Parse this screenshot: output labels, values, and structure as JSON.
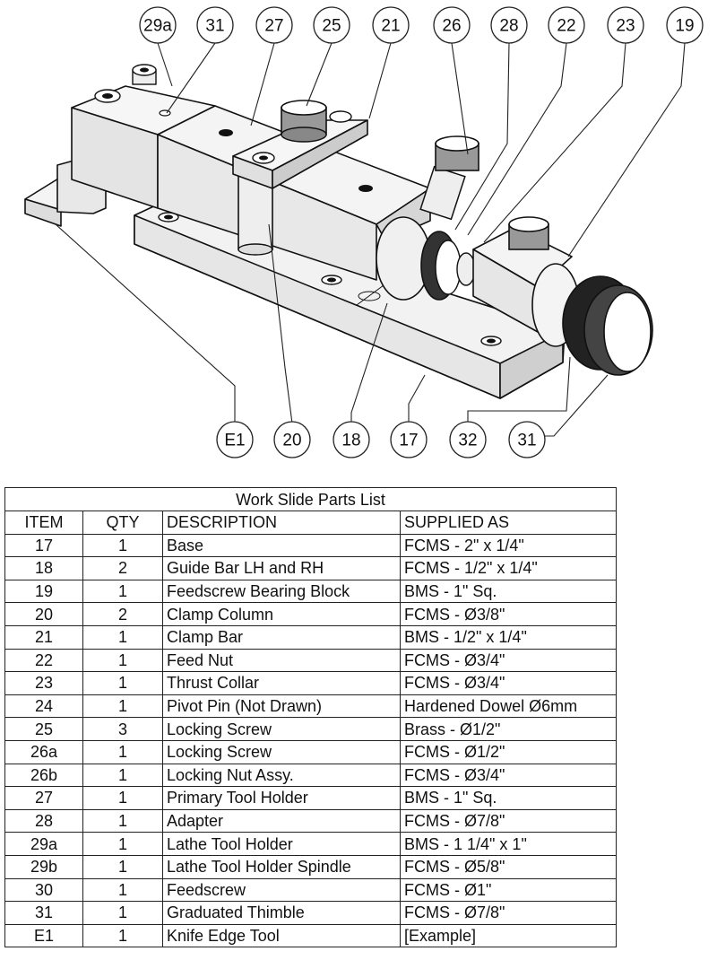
{
  "drawing": {
    "callouts_top": [
      "29a",
      "31",
      "27",
      "25",
      "21",
      "26",
      "28",
      "22",
      "23",
      "19"
    ],
    "callouts_bottom": [
      "E1",
      "20",
      "18",
      "17",
      "32",
      "31"
    ]
  },
  "parts_list": {
    "title": "Work Slide Parts List",
    "headers": [
      "ITEM",
      "QTY",
      "DESCRIPTION",
      "SUPPLIED AS"
    ],
    "rows": [
      {
        "item": "17",
        "qty": "1",
        "description": "Base",
        "supplied": "FCMS - 2\" x 1/4\""
      },
      {
        "item": "18",
        "qty": "2",
        "description": "Guide Bar LH and RH",
        "supplied": "FCMS - 1/2\" x 1/4\""
      },
      {
        "item": "19",
        "qty": "1",
        "description": "Feedscrew Bearing Block",
        "supplied": "BMS - 1\" Sq."
      },
      {
        "item": "20",
        "qty": "2",
        "description": "Clamp Column",
        "supplied": "FCMS - Ø3/8\""
      },
      {
        "item": "21",
        "qty": "1",
        "description": "Clamp Bar",
        "supplied": "BMS - 1/2\" x 1/4\""
      },
      {
        "item": "22",
        "qty": "1",
        "description": "Feed Nut",
        "supplied": "FCMS - Ø3/4\""
      },
      {
        "item": "23",
        "qty": "1",
        "description": "Thrust Collar",
        "supplied": "FCMS - Ø3/4\""
      },
      {
        "item": "24",
        "qty": "1",
        "description": "Pivot Pin (Not Drawn)",
        "supplied": "Hardened Dowel Ø6mm"
      },
      {
        "item": "25",
        "qty": "3",
        "description": "Locking Screw",
        "supplied": "Brass - Ø1/2\""
      },
      {
        "item": "26a",
        "qty": "1",
        "description": "Locking Screw",
        "supplied": "FCMS - Ø1/2\""
      },
      {
        "item": "26b",
        "qty": "1",
        "description": "Locking Nut Assy.",
        "supplied": "FCMS - Ø3/4\""
      },
      {
        "item": "27",
        "qty": "1",
        "description": "Primary Tool Holder",
        "supplied": "BMS - 1\" Sq."
      },
      {
        "item": "28",
        "qty": "1",
        "description": "Adapter",
        "supplied": "FCMS - Ø7/8\""
      },
      {
        "item": "29a",
        "qty": "1",
        "description": "Lathe Tool Holder",
        "supplied": "BMS - 1 1/4\" x 1\""
      },
      {
        "item": "29b",
        "qty": "1",
        "description": "Lathe Tool Holder Spindle",
        "supplied": "FCMS - Ø5/8\""
      },
      {
        "item": "30",
        "qty": "1",
        "description": "Feedscrew",
        "supplied": "FCMS - Ø1\""
      },
      {
        "item": "31",
        "qty": "1",
        "description": "Graduated Thimble",
        "supplied": "FCMS - Ø7/8\""
      },
      {
        "item": "E1",
        "qty": "1",
        "description": "Knife Edge Tool",
        "supplied": "[Example]"
      }
    ]
  }
}
